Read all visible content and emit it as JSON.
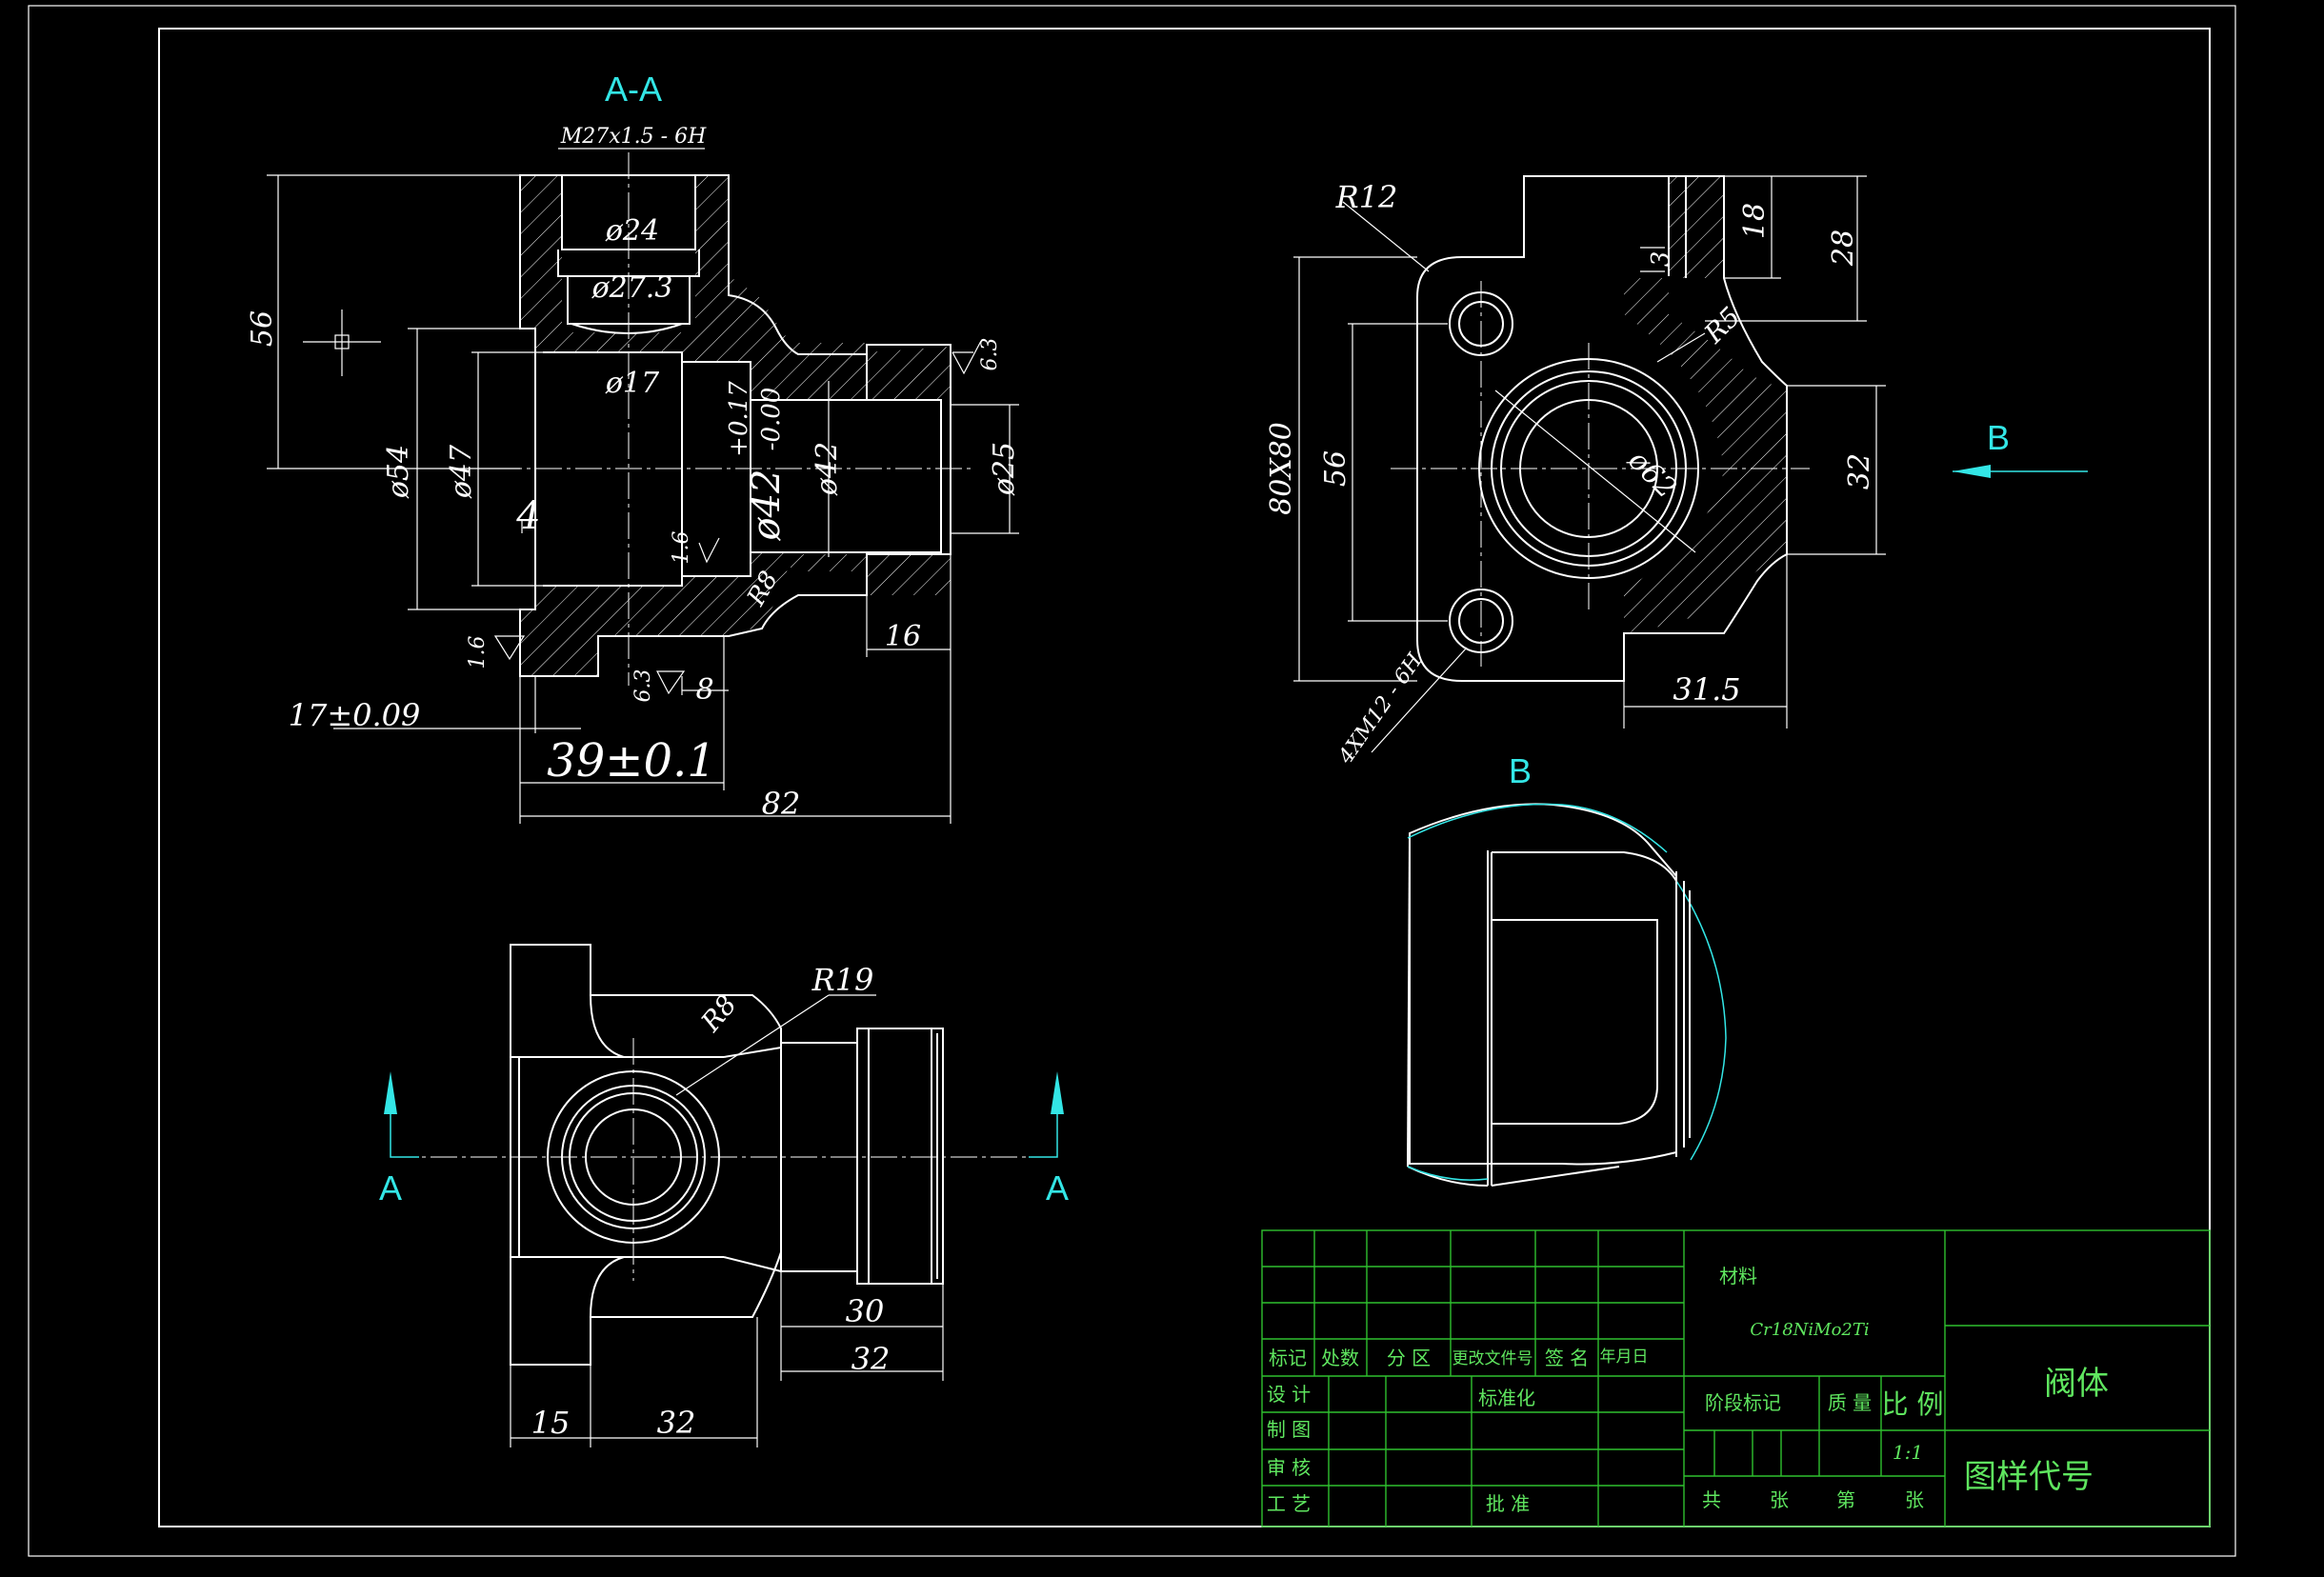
{
  "colors": {
    "background": "#000000",
    "lines": "#ffffff",
    "view_labels": "#33e6e6",
    "title_block": "#2fbf2f"
  },
  "section_view": {
    "label": "A-A",
    "thread_callout": "M27x1.5 - 6H",
    "dims": {
      "d24": "ø24",
      "d273": "ø27.3",
      "d17": "ø17",
      "d54": "ø54",
      "d47": "ø47",
      "d42": "ø42",
      "d42_tol_upper": "+0.17",
      "d42_tol_lower": "-0.00",
      "d42_dia": "ø42",
      "d25": "ø25",
      "h56": "56",
      "four": "4",
      "r8": "R8",
      "l16": "16",
      "l8": "8",
      "l17": "17±0.09",
      "l39": "39±0.1",
      "l82": "82"
    },
    "roughness": {
      "r63a": "6.3",
      "r16a": "1.6",
      "r16b": "1.6",
      "r63b": "6.3"
    }
  },
  "side_view": {
    "dims": {
      "r12": "R12",
      "r5": "R5",
      "d62": "ø62",
      "h80": "80X80",
      "h56": "56",
      "h32": "32",
      "h18": "18",
      "h28": "28",
      "h3": "3",
      "w315": "31.5",
      "holes": "4XM12 - 6H"
    },
    "view_arrow_label": "B"
  },
  "top_view": {
    "dims": {
      "r19": "R19",
      "r8": "R8",
      "w30": "30",
      "w32a": "32",
      "w15": "15",
      "w32b": "32"
    },
    "cut_labels": {
      "left": "A",
      "right": "A"
    }
  },
  "aux_view": {
    "label": "B"
  },
  "title_block": {
    "material_label": "材料",
    "material": "Cr18NiMo2Ti",
    "part_name": "阀体",
    "drawing_code_label": "图样代号",
    "headers": [
      "标记",
      "处数",
      "分 区",
      "更改文件号",
      "签 名",
      "年月日"
    ],
    "roles": {
      "design": "设 计",
      "draft": "制 图",
      "check": "审 核",
      "process": "工 艺",
      "std": "标准化",
      "approve": "批 准"
    },
    "stage_mark": "阶段标记",
    "weight": "质 量",
    "scale_label": "比 例",
    "scale": "1:1",
    "sheets": {
      "total": "共",
      "zhang1": "张",
      "di": "第",
      "zhang2": "张"
    }
  }
}
